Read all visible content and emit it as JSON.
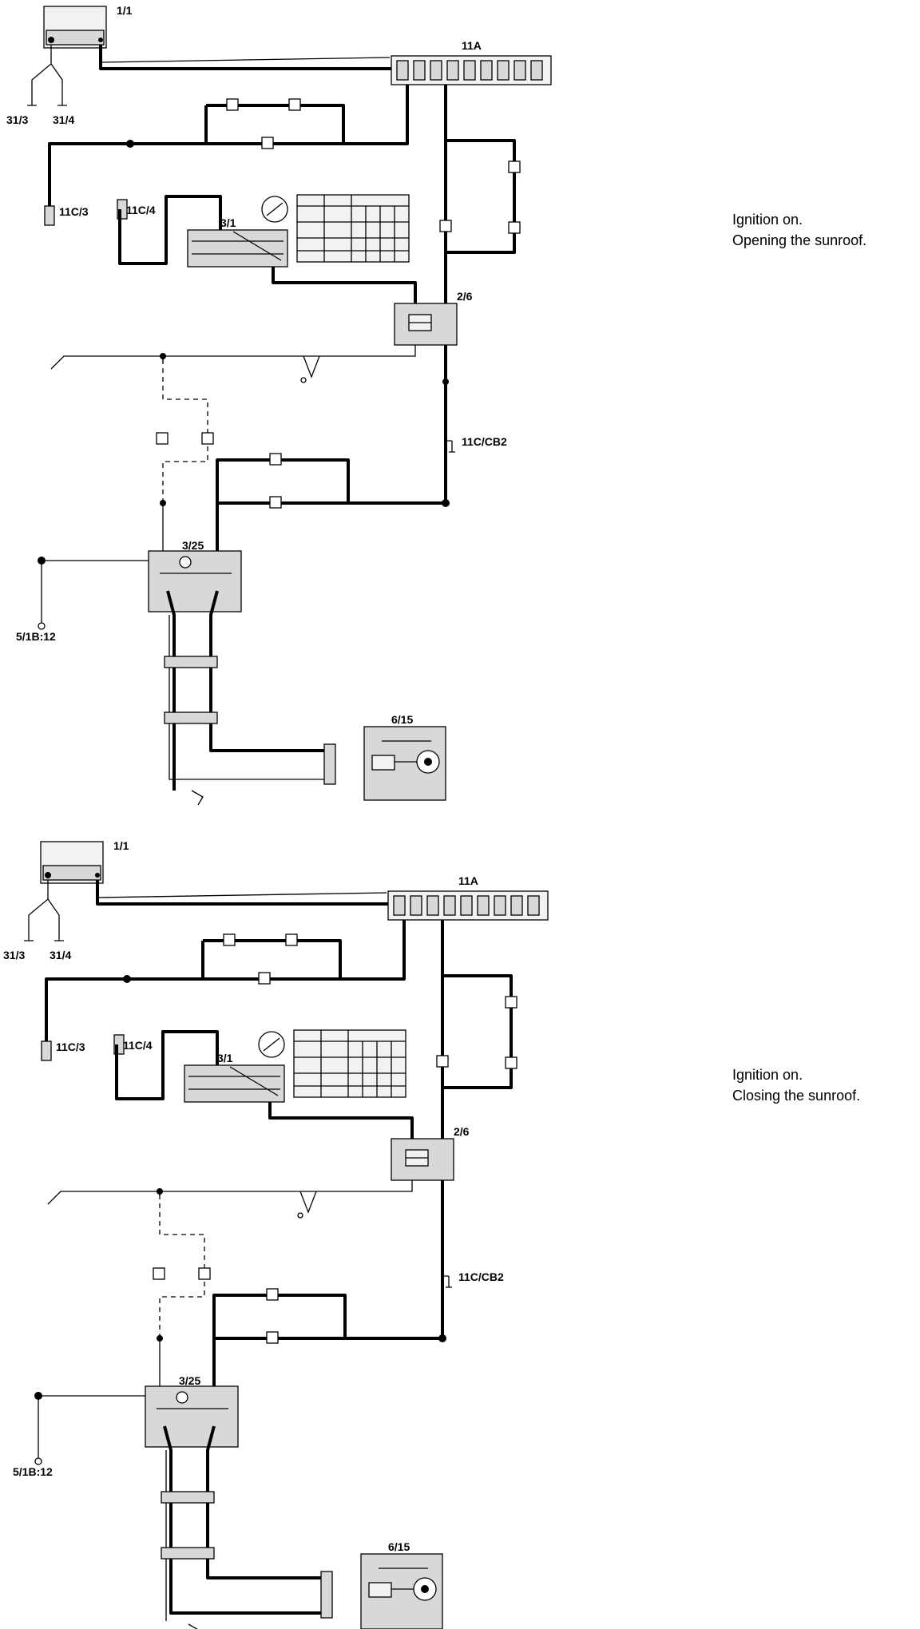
{
  "labels": {
    "fuse_box": "1/1",
    "ground_a": "31/3",
    "ground_b": "31/4",
    "fuse_strip": "11A",
    "conn_1": "11C/3",
    "conn_2": "11C/4",
    "ignition_switch": "3/1",
    "relay": "2/6",
    "circuit_breaker": "11C/CB2",
    "sunroof_switch": "3/25",
    "ground_point": "5/1B:12",
    "motor": "6/15"
  },
  "captions": {
    "top": {
      "line1": "Ignition on.",
      "line2": "Opening the sunroof."
    },
    "bottom": {
      "line1": "Ignition on.",
      "line2": "Closing the sunroof."
    }
  },
  "colors": {
    "wire": "#000000",
    "component_fill": "#d8d8d8",
    "background": "#ffffff"
  }
}
